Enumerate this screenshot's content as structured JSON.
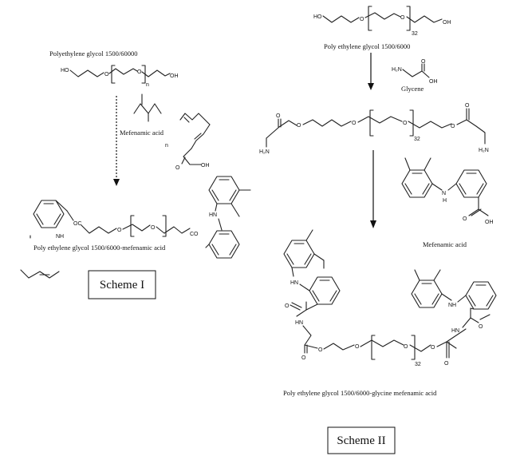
{
  "scheme1": {
    "reactant_label": "Polyethylene glycol 1500/60000",
    "reagent_label": "Mefenamic acid",
    "product_label": "Poly ethylene glycol 1500/6000-mefenamic acid",
    "box_label": "Scheme I",
    "atoms": {
      "ho": "HO",
      "o1": "O",
      "o2": "O",
      "oh": "OH",
      "n": "n",
      "stray_n": "n",
      "acid_o": "O",
      "acid_oh": "OH",
      "prod_nh": "NH",
      "prod_oc": "OC",
      "prod_o1": "O",
      "prod_o2": "O",
      "prod_co": "CO",
      "prod_hn": "HN"
    }
  },
  "scheme2": {
    "reactant_label": "Poly ethylene glycol 1500/6000",
    "reagent_label": "Glycene",
    "reagent2_label": "Mefenamic acid",
    "product_label": "Poly ethylene glycol 1500/6000-glycine mefenamic acid",
    "box_label": "Scheme II",
    "atoms": {
      "ho": "HO",
      "o1": "O",
      "o2": "O",
      "oh": "OH",
      "n32": "32",
      "gly_h2n": "H₂N",
      "gly_o": "O",
      "gly_oh": "OH",
      "int_o": "O",
      "int_o_right": "O",
      "int_ester_o1": "O",
      "int_o1": "O",
      "int_o2": "O",
      "int_ester_o2": "O",
      "int_n32": "32",
      "int_h2n": "H₂N",
      "int_h2n_right": "H₂N",
      "mef_nh": "N",
      "mef_h": "H",
      "mef_o": "O",
      "mef_oh": "OH",
      "p_nh1": "HN",
      "p_o1": "O",
      "p_hn1": "HN",
      "p_o_carbonyl": "O",
      "p_o_ester1": "O",
      "p_o_mid1": "O",
      "p_o_mid2": "O",
      "p_o_ester2": "O",
      "p_o_carbonyl2": "O",
      "p_n32": "32",
      "p_nh2": "NH",
      "p_hn2": "HN",
      "p_o_amide2": "O"
    }
  }
}
